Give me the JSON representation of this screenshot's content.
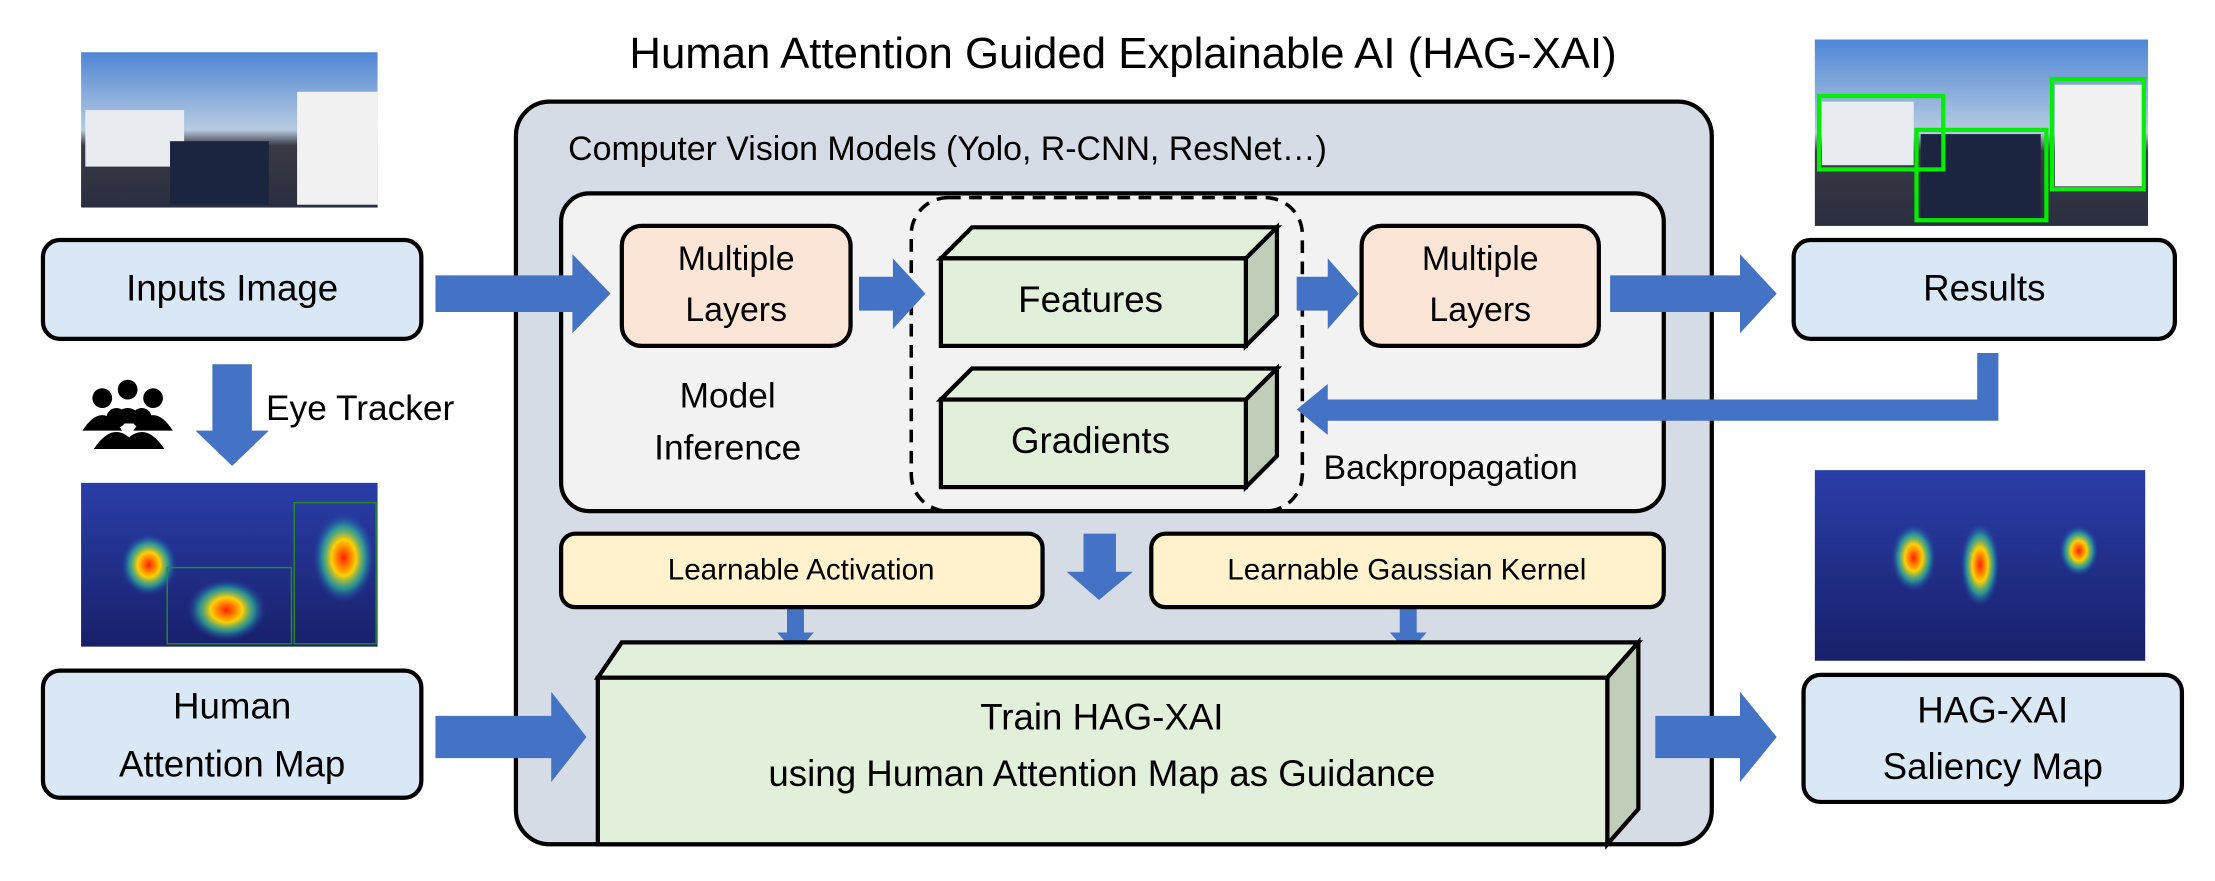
{
  "title": "Human Attention Guided Explainable AI (HAG-XAI)",
  "inputs": {
    "label": "Inputs Image"
  },
  "eye_tracker": {
    "label": "Eye Tracker"
  },
  "human_map": {
    "line1": "Human",
    "line2": "Attention Map"
  },
  "panel": {
    "title": "Computer Vision Models (Yolo, R-CNN, ResNet…)"
  },
  "layers1": {
    "line1": "Multiple",
    "line2": "Layers"
  },
  "layers2": {
    "line1": "Multiple",
    "line2": "Layers"
  },
  "features": {
    "label": "Features"
  },
  "gradients": {
    "label": "Gradients"
  },
  "inference": {
    "line1": "Model",
    "line2": "Inference"
  },
  "backprop": {
    "label": "Backpropagation"
  },
  "results": {
    "label": "Results"
  },
  "learnable_activation": {
    "label": "Learnable Activation"
  },
  "learnable_kernel": {
    "label": "Learnable Gaussian Kernel"
  },
  "train": {
    "line1": "Train HAG-XAI",
    "line2": "using Human  Attention  Map as Guidance"
  },
  "saliency": {
    "line1": "HAG-XAI",
    "line2": "Saliency Map"
  },
  "colors": {
    "arrow": "#4472c4",
    "box": "#dae8f5",
    "panel": "#d6dce5",
    "inner": "#f2f2f2",
    "layer": "#fbe5d6",
    "cube": "#e2efda",
    "yellow": "#fff2cc"
  }
}
